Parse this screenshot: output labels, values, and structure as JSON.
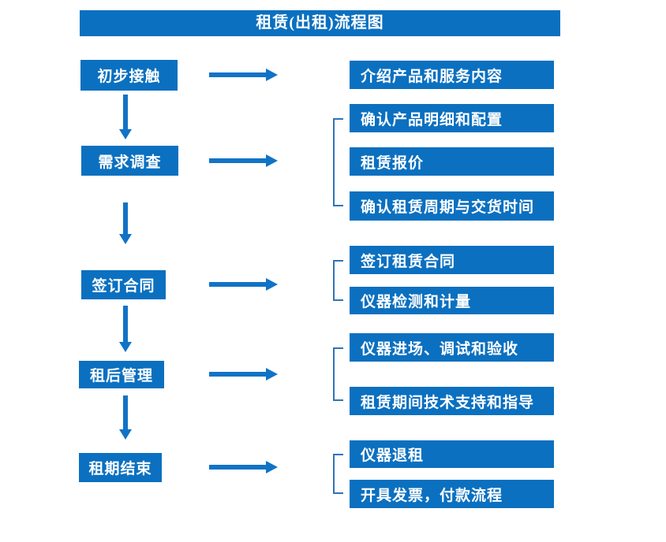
{
  "title": "租赁(出租)流程图",
  "colors": {
    "box_blue": "#0B70C0",
    "arrow_blue": "#1173C6",
    "bracket_blue": "#2E75B6",
    "text_white": "#FFFFFF",
    "background": "#FFFFFF"
  },
  "rows": [
    {
      "step": "初步接触",
      "details": [
        "介绍产品和服务内容"
      ]
    },
    {
      "step": "需求调查",
      "details": [
        "确认产品明细和配置",
        "租赁报价",
        "确认租赁周期与交货时间"
      ]
    },
    {
      "step": "签订合同",
      "details": [
        "签订租赁合同",
        "仪器检测和计量"
      ]
    },
    {
      "step": "租后管理",
      "details": [
        "仪器进场、调试和验收",
        "租赁期间技术支持和指导"
      ]
    },
    {
      "step": "租期结束",
      "details": [
        "仪器退租",
        "开具发票，付款流程"
      ]
    }
  ]
}
